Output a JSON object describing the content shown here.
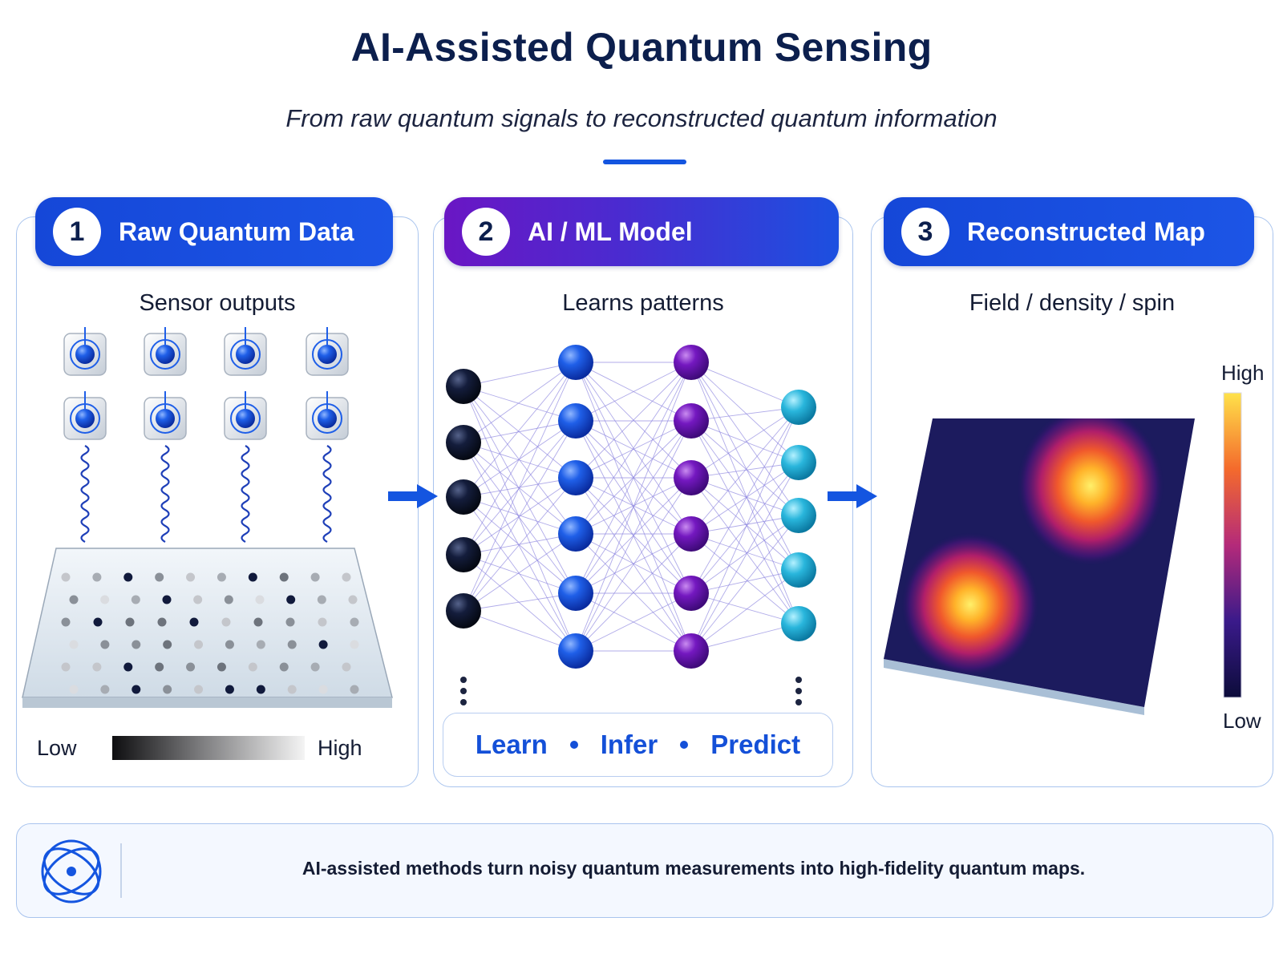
{
  "title": "AI-Assisted Quantum Sensing",
  "subtitle": "From raw quantum signals to reconstructed quantum information",
  "panels": [
    {
      "number": "1",
      "heading": "Raw Quantum Data",
      "subheading": "Sensor outputs",
      "legend_low": "Low",
      "legend_high": "High"
    },
    {
      "number": "2",
      "heading": "AI / ML Model",
      "subheading": "Learns patterns",
      "actions": [
        "Learn",
        "Infer",
        "Predict"
      ]
    },
    {
      "number": "3",
      "heading": "Reconstructed Map",
      "subheading": "Field / density / spin",
      "legend_high": "High",
      "legend_low": "Low"
    }
  ],
  "footer_text": "AI-assisted methods turn noisy quantum measurements into high-fidelity quantum maps.",
  "colors": {
    "primary_blue": "#1547d8",
    "purple": "#6a16c4",
    "navy_text": "#0c1f4d",
    "panel_border": "#a9c4ee",
    "output_cyan": "#29b6dc"
  },
  "icons": [
    "sensor-icon",
    "atom-orbit-icon",
    "flow-arrow-icon"
  ]
}
